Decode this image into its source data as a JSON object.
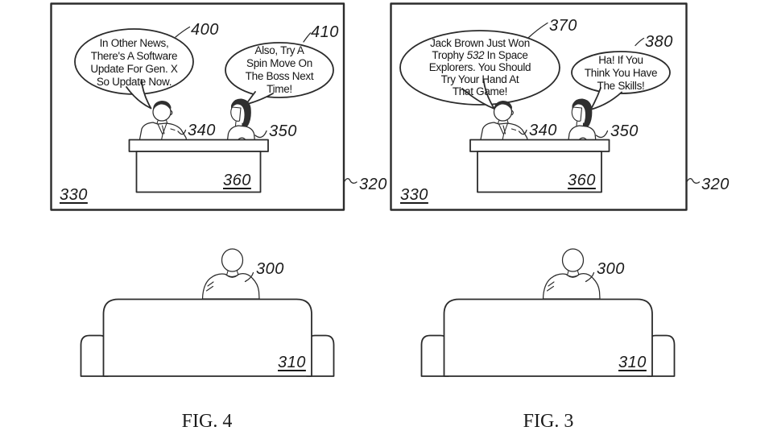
{
  "figures": {
    "fig4": {
      "caption": "FIG. 4",
      "tv_label": "320",
      "screen_label": "330",
      "anchor_male_label": "340",
      "anchor_female_label": "350",
      "desk_label": "360",
      "viewer_label": "300",
      "couch_label": "310",
      "bubble_left": {
        "label": "400",
        "lines": [
          "In Other News,",
          "There's A Software",
          "Update For Gen. X",
          "So Update Now."
        ]
      },
      "bubble_right": {
        "label": "410",
        "lines": [
          "Also, Try A",
          "Spin Move On",
          "The Boss Next",
          "Time!"
        ]
      }
    },
    "fig3": {
      "caption": "FIG. 3",
      "tv_label": "320",
      "screen_label": "330",
      "anchor_male_label": "340",
      "anchor_female_label": "350",
      "desk_label": "360",
      "viewer_label": "300",
      "couch_label": "310",
      "bubble_left": {
        "label": "370",
        "line1": "Jack Brown Just Won",
        "line2_pre": "Trophy ",
        "line2_num": "532",
        "line2_post": " In Space",
        "line3": "Explorers. You Should",
        "line4": "Try Your Hand At",
        "line5": "That Game!"
      },
      "bubble_right": {
        "label": "380",
        "lines": [
          "Ha! If You",
          "Think You Have",
          "The Skills!"
        ]
      }
    }
  }
}
